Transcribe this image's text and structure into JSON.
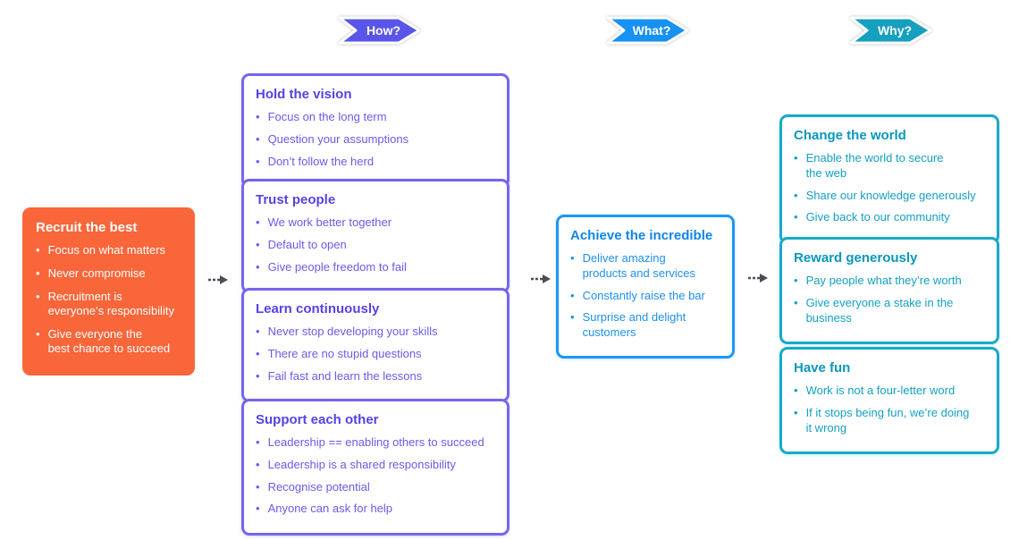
{
  "palette": {
    "orange": "#f8663a",
    "purple_border": "#7466ec",
    "purple_title": "#5443e4",
    "purple_text": "#6a5be9",
    "blue_border": "#1e96f5",
    "blue_title": "#0d86e9",
    "blue_text": "#1e90f0",
    "teal_border": "#17a9c9",
    "teal_title": "#0898bd",
    "teal_text": "#13a0c2",
    "chevron_how": "#5a55e9",
    "chevron_what": "#1791f2",
    "chevron_why": "#169fbe",
    "arrow": "#4d4d57"
  },
  "bullet_char": "•",
  "chevrons": [
    {
      "label": "How?"
    },
    {
      "label": "What?"
    },
    {
      "label": "Why?"
    }
  ],
  "cards": {
    "recruit": {
      "title": "Recruit the best",
      "bullets": [
        "Focus on what matters",
        "Never compromise",
        "Recruitment is\neveryone’s responsibility",
        "Give everyone the\nbest chance to succeed"
      ]
    },
    "hold": {
      "title": "Hold the vision",
      "bullets": [
        "Focus on the long term",
        "Question your assumptions",
        "Don’t follow the herd"
      ]
    },
    "trust": {
      "title": "Trust people",
      "bullets": [
        "We work better together",
        "Default to open",
        "Give people freedom to fail"
      ]
    },
    "learn": {
      "title": "Learn continuously",
      "bullets": [
        "Never stop developing your skills",
        "There are no stupid questions",
        "Fail fast and learn the lessons"
      ]
    },
    "support": {
      "title": "Support each other",
      "bullets": [
        "Leadership == enabling others to succeed",
        "Leadership is a shared responsibility",
        "Recognise potential",
        "Anyone can ask for help"
      ]
    },
    "achieve": {
      "title": "Achieve the incredible",
      "bullets": [
        "Deliver amazing\nproducts and services",
        "Constantly raise the bar",
        "Surprise and delight\ncustomers"
      ]
    },
    "change": {
      "title": "Change the world",
      "bullets": [
        "Enable the world to secure\nthe web",
        "Share our knowledge generously",
        "Give back to our community"
      ]
    },
    "reward": {
      "title": "Reward generously",
      "bullets": [
        "Pay people what they’re worth",
        "Give everyone a stake in the\nbusiness"
      ]
    },
    "fun": {
      "title": "Have fun",
      "bullets": [
        "Work is not a four-letter word",
        "If it stops being fun, we’re doing\nit wrong"
      ]
    }
  }
}
